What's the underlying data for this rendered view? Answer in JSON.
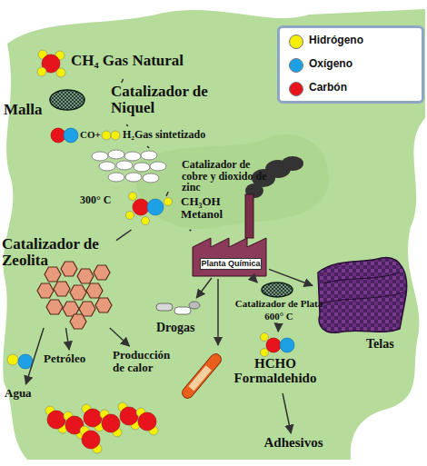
{
  "diagram": {
    "nodes": [
      {
        "text": [
          "CH₄ Gas Natural"
        ]
      },
      {
        "text": [
          "Malla",
          "Catalizador de Niquel"
        ]
      },
      {
        "text": [
          "CO+",
          "H₂Gas sintetizado"
        ]
      },
      {
        "text": [
          "Catalizador de cobre y dioxido de zinc"
        ]
      },
      {
        "text": [
          "300° C",
          "CH₃OH Metanol"
        ]
      },
      {
        "text": [
          "Planta Química"
        ]
      },
      {
        "text": [
          "Catalizador de Zeolita"
        ]
      },
      {
        "text": [
          "Drogas"
        ]
      },
      {
        "text": [
          "Catalizador de Plata",
          "600° C"
        ]
      },
      {
        "text": [
          "Telas"
        ]
      },
      {
        "text": [
          "Petróleo"
        ]
      },
      {
        "text": [
          "Agua"
        ]
      },
      {
        "text": [
          "Producción de calor"
        ]
      },
      {
        "text": [
          "HCHO Formaldehido"
        ]
      },
      {
        "text": [
          "Adhesivos"
        ]
      }
    ],
    "edges": [
      {
        "from": 0,
        "to": 1,
        "arrow": "none"
      },
      {
        "from": 1,
        "to": 2,
        "arrow": "none"
      },
      {
        "from": 2,
        "to": 3,
        "arrow": "none"
      },
      {
        "from": 3,
        "to": 4,
        "arrow": "none"
      },
      {
        "from": 4,
        "to": 5,
        "arrow": "none"
      },
      {
        "from": 4,
        "to": 6,
        "arrow": "none"
      },
      {
        "from": 5,
        "to": 7,
        "arrow": "to"
      },
      {
        "from": 5,
        "to": 8,
        "arrow": "to"
      },
      {
        "from": 5,
        "to": 9,
        "arrow": "to"
      },
      {
        "from": 6,
        "to": 10,
        "arrow": "to"
      },
      {
        "from": 6,
        "to": 11,
        "arrow": "to"
      },
      {
        "from": 6,
        "to": 12,
        "arrow": "to"
      },
      {
        "from": 8,
        "to": 13,
        "arrow": "to"
      },
      {
        "from": 13,
        "to": 14,
        "arrow": "to"
      }
    ],
    "legend": [
      {
        "text": "Hidrógeno",
        "color": "#f5f000"
      },
      {
        "text": "Oxígeno",
        "color": "#1ea0e6"
      },
      {
        "text": "Carbón",
        "color": "#e8141c"
      }
    ]
  }
}
